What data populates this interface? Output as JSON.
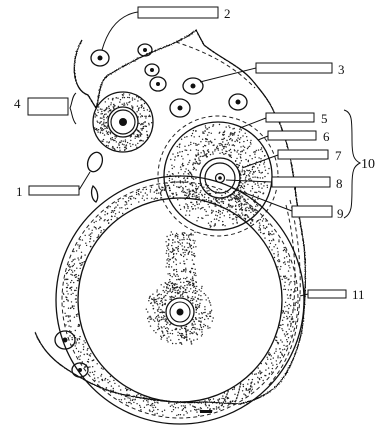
{
  "diagram": {
    "labels": [
      {
        "id": "1",
        "text": "1"
      },
      {
        "id": "2",
        "text": "2"
      },
      {
        "id": "3",
        "text": "3"
      },
      {
        "id": "4",
        "text": "4"
      },
      {
        "id": "5",
        "text": "5"
      },
      {
        "id": "6",
        "text": "6"
      },
      {
        "id": "7",
        "text": "7"
      },
      {
        "id": "8",
        "text": "8"
      },
      {
        "id": "9",
        "text": "9"
      },
      {
        "id": "10",
        "text": "10"
      },
      {
        "id": "11",
        "text": "11"
      }
    ]
  }
}
